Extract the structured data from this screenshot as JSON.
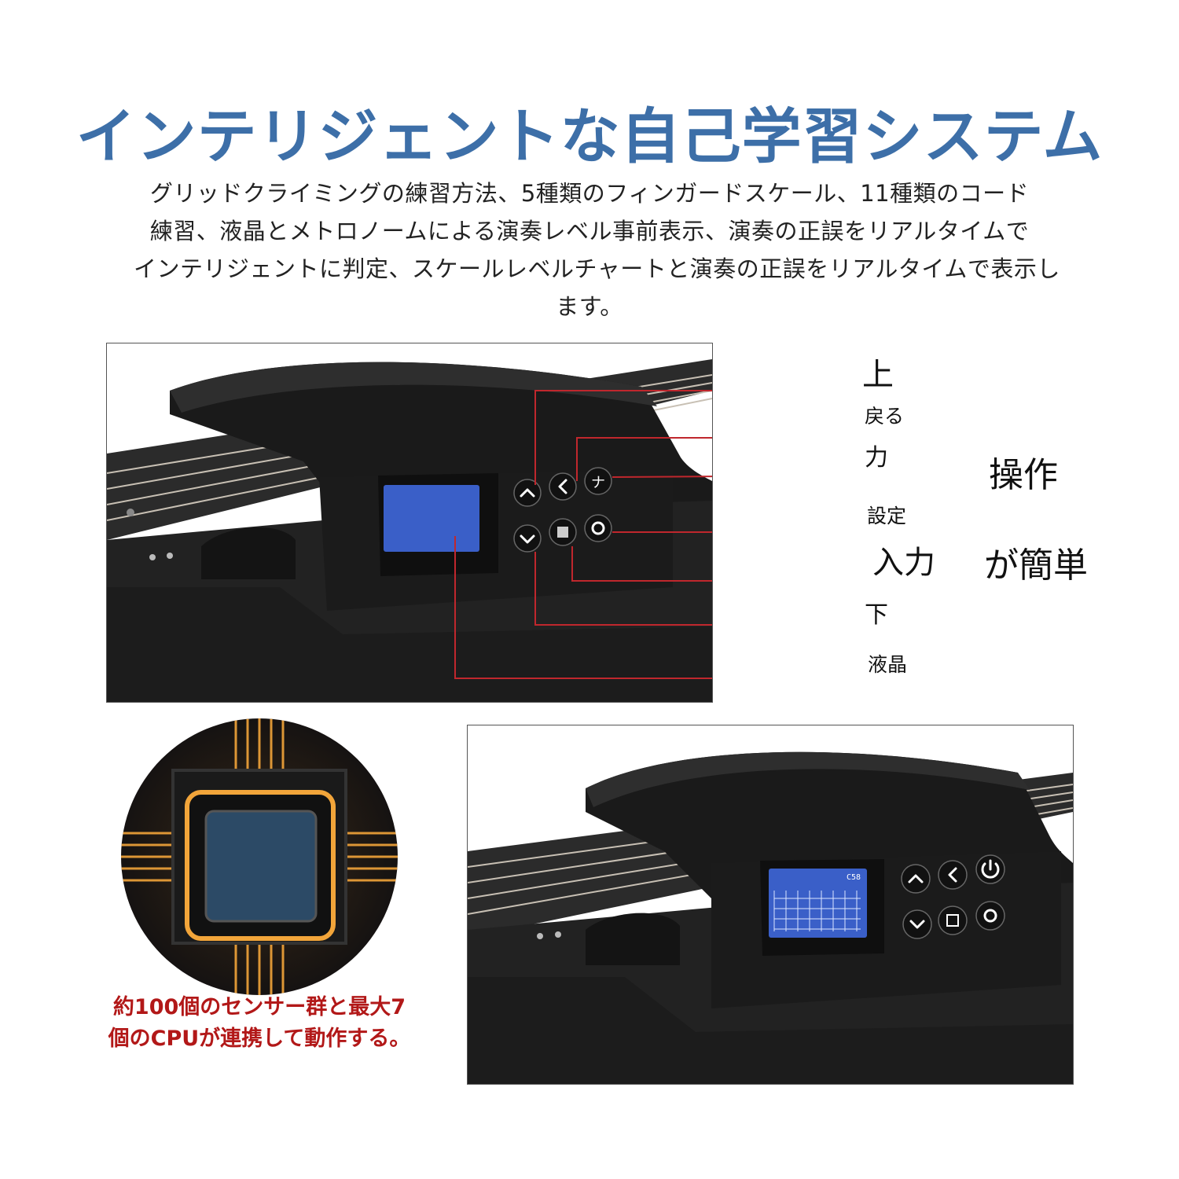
{
  "title": "インテリジェントな自己学習システム",
  "description_lines": [
    "グリッドクライミングの練習方法、5種類のフィンガードスケール、11種類のコード",
    "練習、液晶とメトロノームによる演奏レベル事前表示、演奏の正誤をリアルタイムで",
    "インテリジェントに判定、スケールレベルチャートと演奏の正誤をリアルタイムで表示し",
    "ます。"
  ],
  "labels": {
    "up": "上",
    "back": "戻る",
    "power": "力",
    "settings": "設定",
    "input": "入力",
    "down": "下",
    "lcd": "液晶",
    "easy_1": "操作",
    "easy_2": "が簡単"
  },
  "buttons_top_panel": {
    "power_glyph": "ナ"
  },
  "lcd_bottom": {
    "corner_text": "C58"
  },
  "caption_lines": [
    "約100個のセンサー群と最大7",
    "個のCPUが連携して動作する。"
  ],
  "colors": {
    "title": "#3d6fa8",
    "callout_line": "#c0272d",
    "caption": "#b21818",
    "lcd_blue": "#3a5fc8",
    "chip_glow": "#f2a53a"
  }
}
